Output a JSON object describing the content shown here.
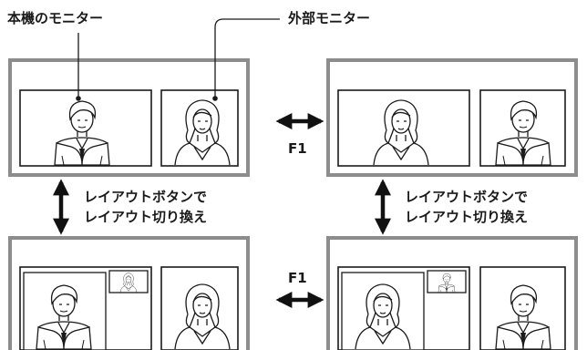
{
  "callouts": {
    "main_monitor": "本機のモニター",
    "external_monitor": "外部モニター"
  },
  "switch_keys": {
    "top": "F1",
    "bottom": "F1"
  },
  "layout_notes": {
    "left": [
      "レイアウトボタンで",
      "レイアウト切り換え"
    ],
    "right": [
      "レイアウトボタンで",
      "レイアウト切り換え"
    ]
  },
  "colors": {
    "frame": "#8c8c8c",
    "line": "#1a1a1a",
    "arrow": "#111111"
  }
}
